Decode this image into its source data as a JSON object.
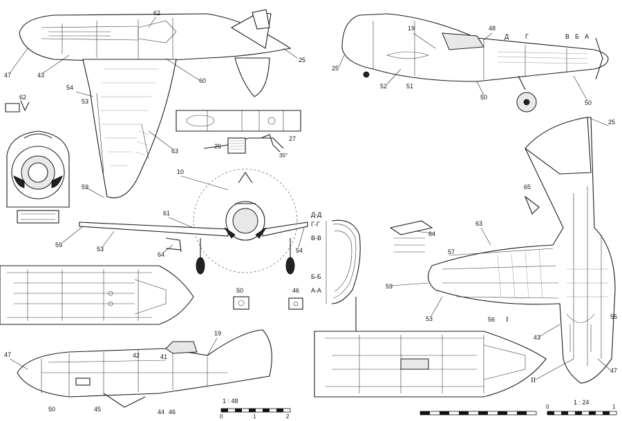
{
  "callouts": {
    "n62a": "62",
    "n25a": "25",
    "n47a": "47",
    "n43a": "43",
    "n60": "60",
    "n54a": "54",
    "n53a": "53",
    "n62b": "62",
    "n63a": "63",
    "n59a": "59",
    "n26": "26",
    "n27": "27",
    "angle35": "35°",
    "n10": "10",
    "n61": "61",
    "n59b": "59",
    "n53b": "53",
    "n64a": "64",
    "n54b": "54",
    "n50a": "50",
    "n46a": "46",
    "n19a": "19",
    "n42": "42",
    "n41": "41",
    "n47b": "47",
    "n50b": "50",
    "n45": "45",
    "n44": "44",
    "n46b": "46",
    "n19b": "19",
    "n48": "48",
    "n25b": "25",
    "n52": "52",
    "n51": "51",
    "n50c": "50",
    "n50d": "50",
    "n25c": "25",
    "n65": "65",
    "n64b": "64",
    "n63b": "63",
    "n57": "57",
    "n59c": "59",
    "n53c": "53",
    "n56": "56",
    "n55": "55",
    "n43b": "43",
    "n47c": "47",
    "roman1": "I",
    "roman2": "II"
  },
  "section_marks": {
    "side": [
      "Д",
      "Г",
      "В",
      "Б",
      "А"
    ],
    "front": [
      "Д-Д",
      "Г-Г",
      "В-В",
      "Б-Б",
      "А-А"
    ]
  },
  "scales": {
    "left": {
      "label": "1 : 48",
      "ticks": [
        "0",
        "1",
        "2"
      ]
    },
    "right": {
      "label": "1 : 24",
      "ticks": [
        "0",
        "1"
      ]
    }
  }
}
